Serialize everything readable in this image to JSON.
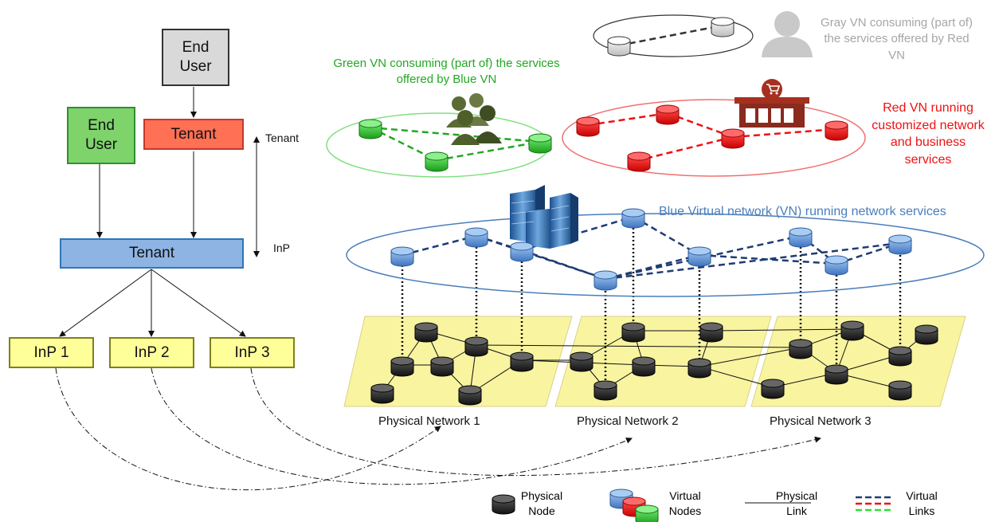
{
  "hierarchy": {
    "end_user_top": "End User",
    "end_user_green": "End User",
    "tenant_red": "Tenant",
    "tenant_blue": "Tenant",
    "inp1": "InP 1",
    "inp2": "InP 2",
    "inp3": "InP 3",
    "axis_tenant": "Tenant",
    "axis_inp": "InP"
  },
  "captions": {
    "gray_vn": "Gray  VN consuming (part of) the services offered by Red VN",
    "green_vn": "Green VN consuming (part of) the services offered by Blue VN",
    "red_vn": "Red VN running customized network and business services",
    "blue_vn": "Blue Virtual network (VN) running network services"
  },
  "networks": {
    "pn1": "Physical Network 1",
    "pn2": "Physical Network 2",
    "pn3": "Physical Network 3"
  },
  "legend": {
    "physical_node": "Physical Node",
    "virtual_nodes": "Virtual Nodes",
    "physical_link": "Physical Link",
    "virtual_links": "Virtual Links"
  },
  "colors": {
    "gray": "#a6a6a6",
    "green": "#22a822",
    "red": "#ee1111",
    "blue": "#4a7ebb",
    "tenant_red": "#ff7055",
    "tenant_blue": "#8eb4e3",
    "inp_yellow": "#ffff99",
    "plane_yellow": "#f8f4a0"
  }
}
